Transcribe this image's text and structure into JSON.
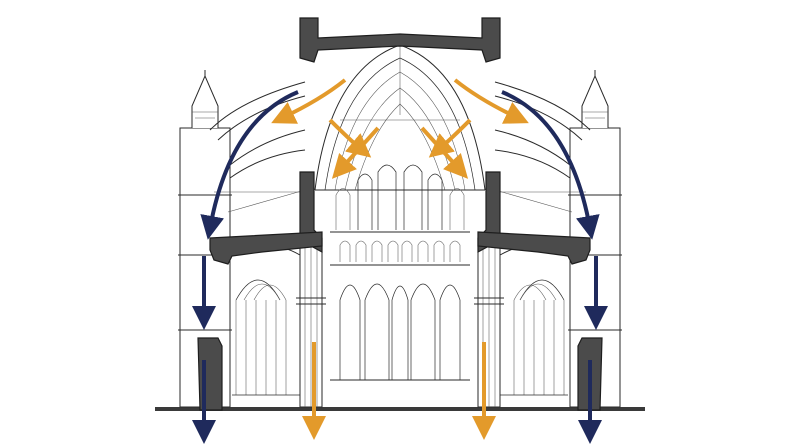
{
  "figure": {
    "subject": "gothic-cathedral-cross-section",
    "colors": {
      "thrust_arrow": "#e39a2b",
      "load_arrow": "#1f2a5c",
      "section_fill": "#4b4b4b",
      "line": "#2a2a2a",
      "background": "#ffffff"
    },
    "arrows": {
      "thrust": [
        "vault-thrust-upper-left",
        "vault-thrust-upper-right",
        "vault-thrust-inner-left",
        "vault-thrust-inner-right",
        "pier-load-left",
        "pier-load-right"
      ],
      "load": [
        "buttress-load-left-curve",
        "buttress-load-left-mid",
        "buttress-load-left-base",
        "buttress-load-right-curve",
        "buttress-load-right-mid",
        "buttress-load-right-base"
      ]
    }
  }
}
